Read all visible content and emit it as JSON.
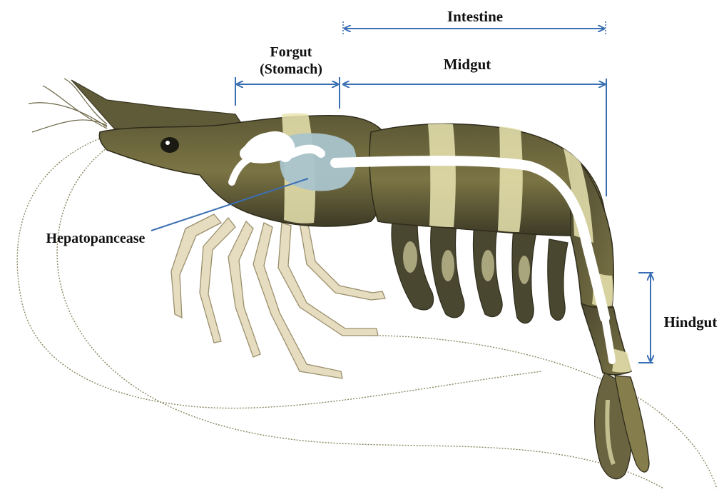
{
  "labels": {
    "intestine": "Intestine",
    "forgut_line1": "Forgut",
    "forgut_line2": "(Stomach)",
    "midgut": "Midgut",
    "hindgut": "Hindgut",
    "hepatopancreas": "Hepatopancease"
  },
  "colors": {
    "arrow": "#3a6fb4",
    "body_dark": "#4a4730",
    "body_mid": "#6f6a3f",
    "body_light": "#e9e4b0",
    "gut": "#ffffff",
    "stomach": "#a9c4cc",
    "leg": "#e6dcc0",
    "leg_outline": "#9a8f6c",
    "antenna": "#8a8560"
  }
}
